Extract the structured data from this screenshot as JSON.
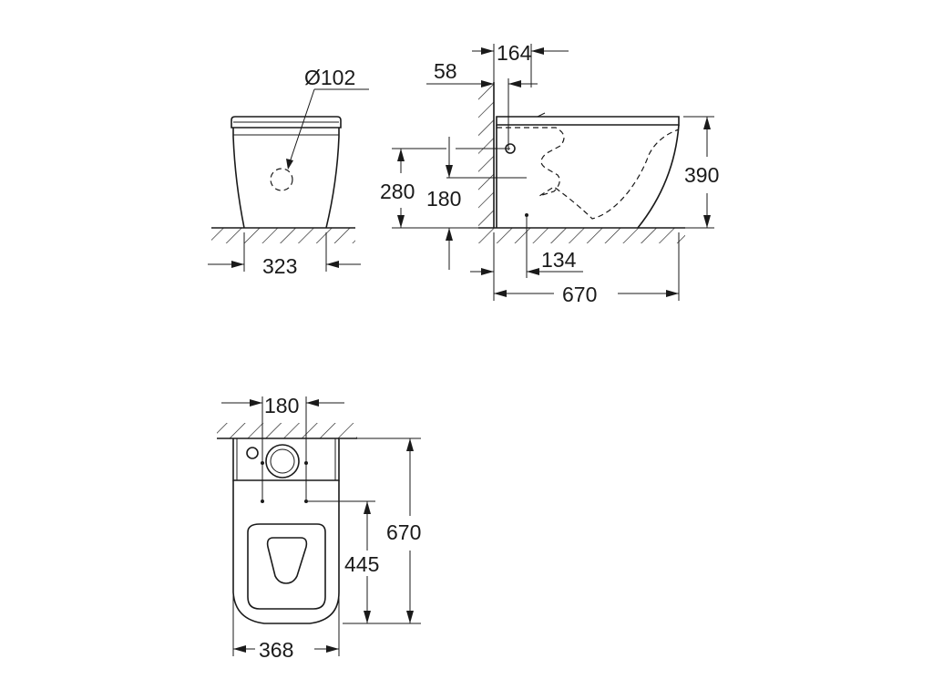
{
  "front_view": {
    "diameter_label": "Ø102",
    "width_label": "323"
  },
  "side_view": {
    "offset_58_label": "58",
    "offset_164_label": "164",
    "height_390_label": "390",
    "height_280_label": "280",
    "height_180_label": "180",
    "offset_134_label": "134",
    "length_670_label": "670"
  },
  "top_view": {
    "spacing_180_label": "180",
    "depth_670_label": "670",
    "depth_445_label": "445",
    "width_368_label": "368"
  }
}
